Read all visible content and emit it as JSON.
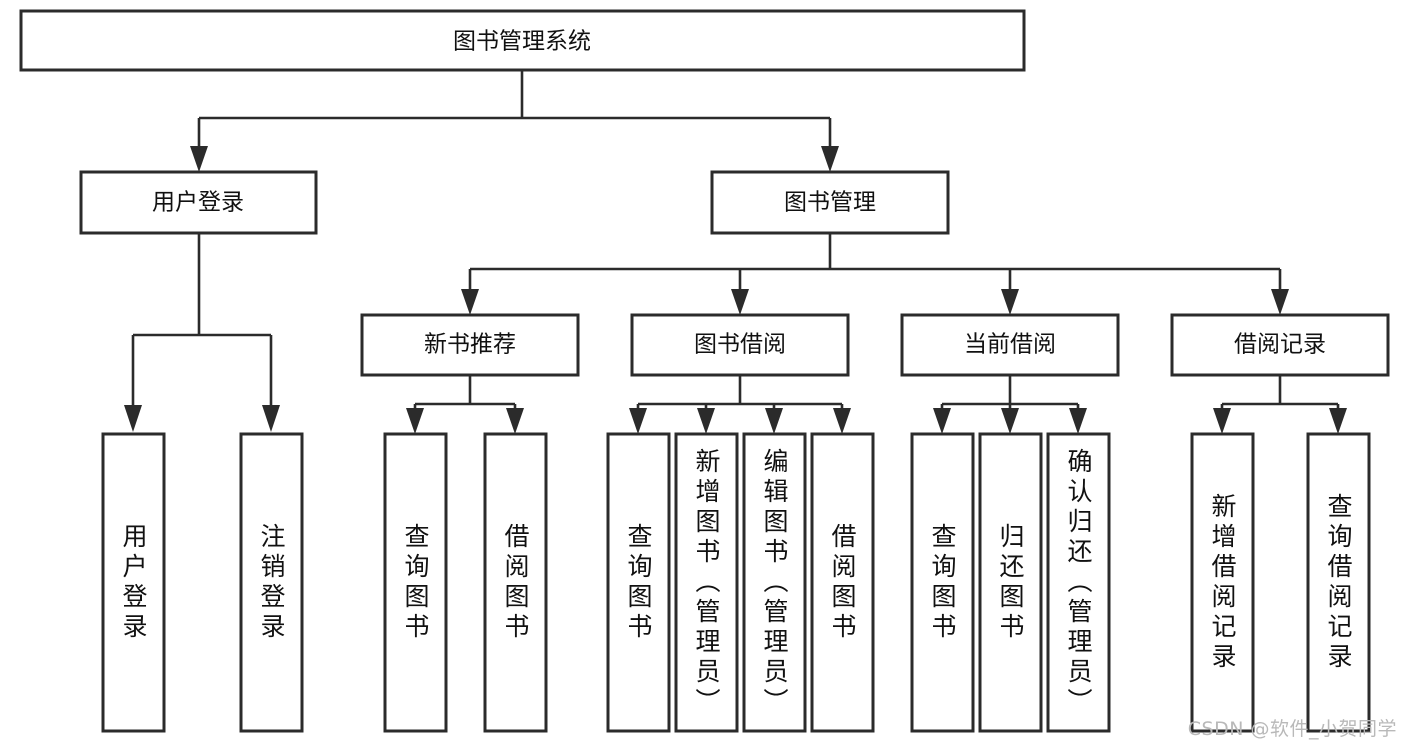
{
  "diagram": {
    "type": "tree-hierarchy",
    "title": "图书管理系统",
    "watermark": "CSDN @软件_小贺同学",
    "colors": {
      "stroke": "#2b2b2b",
      "fill": "#ffffff",
      "text": "#111111",
      "watermark": "#b9b9b9",
      "background": "#ffffff"
    },
    "levels": {
      "root": {
        "label": "图书管理系统"
      },
      "level2": [
        {
          "label": "用户登录"
        },
        {
          "label": "图书管理"
        }
      ],
      "level3": [
        {
          "label": "新书推荐"
        },
        {
          "label": "图书借阅"
        },
        {
          "label": "当前借阅"
        },
        {
          "label": "借阅记录"
        }
      ]
    },
    "leaves": {
      "user_login": [
        {
          "label": "用户登录"
        },
        {
          "label": "注销登录"
        }
      ],
      "new_book": [
        {
          "label": "查询图书"
        },
        {
          "label": "借阅图书"
        }
      ],
      "book_borrow": [
        {
          "label": "查询图书"
        },
        {
          "label": "新增图书（管理员）"
        },
        {
          "label": "编辑图书（管理员）"
        },
        {
          "label": "借阅图书"
        }
      ],
      "current_borrow": [
        {
          "label": "查询图书"
        },
        {
          "label": "归还图书"
        },
        {
          "label": "确认归还（管理员）"
        }
      ],
      "borrow_record": [
        {
          "label": "新增借阅记录"
        },
        {
          "label": "查询借阅记录"
        }
      ]
    }
  }
}
